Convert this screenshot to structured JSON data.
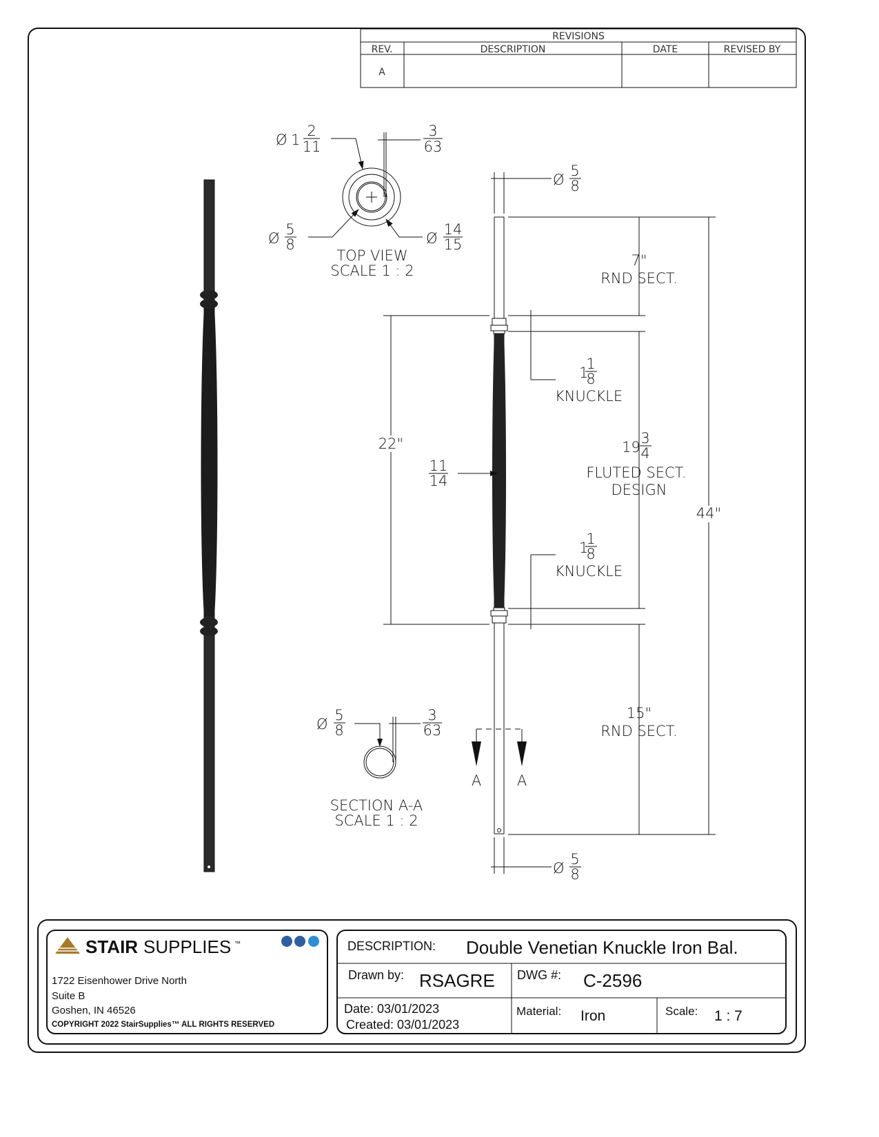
{
  "revisions": {
    "title": "REVISIONS",
    "headers": [
      "REV.",
      "DESCRIPTION",
      "DATE",
      "REVISED BY"
    ],
    "rows": [
      {
        "rev": "A",
        "description": "",
        "date": "",
        "revised_by": ""
      }
    ]
  },
  "top_view": {
    "label": "TOP VIEW",
    "scale": "SCALE 1 : 2",
    "dim_outer": {
      "sym": "Ø",
      "whole": "1",
      "num": "2",
      "den": "11"
    },
    "dim_wall": {
      "num": "3",
      "den": "63"
    },
    "dim_inner": {
      "sym": "Ø",
      "num": "5",
      "den": "8"
    },
    "dim_mid": {
      "sym": "Ø",
      "num": "14",
      "den": "15"
    }
  },
  "section": {
    "label": "SECTION A-A",
    "scale": "SCALE 1 : 2",
    "dim_dia": {
      "sym": "Ø",
      "num": "5",
      "den": "8"
    },
    "dim_wall": {
      "num": "3",
      "den": "63"
    },
    "cut_left": "A",
    "cut_right": "A"
  },
  "front_view": {
    "top_dia": {
      "sym": "Ø",
      "num": "5",
      "den": "8"
    },
    "bottom_dia": {
      "sym": "Ø",
      "num": "5",
      "den": "8"
    },
    "top_round": {
      "value": "7\"",
      "label": "RND SECT."
    },
    "knuckle_top": {
      "whole": "1",
      "num": "1",
      "den": "8",
      "label": "KNUCKLE"
    },
    "fluted": {
      "whole": "19",
      "num": "3",
      "den": "4",
      "label1": "FLUTED SECT.",
      "label2": "DESIGN"
    },
    "knuckle_bottom": {
      "whole": "1",
      "num": "1",
      "den": "8",
      "label": "KNUCKLE"
    },
    "bottom_round": {
      "value": "15\"",
      "label": "RND SECT."
    },
    "center_span": "22\"",
    "overall": "44\"",
    "fluted_width": {
      "num": "11",
      "den": "14"
    }
  },
  "title_block": {
    "brand_bold": "STAIR",
    "brand_light": "SUPPLIES",
    "brand_tm": "™",
    "social_icons": [
      "facebook-icon",
      "linkedin-icon",
      "twitter-icon"
    ],
    "address1": "1722 Eisenhower Drive North",
    "address2": "Suite B",
    "address3": "Goshen, IN 46526",
    "copyright": "COPYRIGHT 2022 StairSupplies™ ALL RIGHTS RESERVED",
    "description_label": "DESCRIPTION:",
    "description": "Double Venetian Knuckle Iron Bal.",
    "drawn_by_label": "Drawn by:",
    "drawn_by": "RSAGRE",
    "dwg_label": "DWG #:",
    "dwg": "C-2596",
    "date": "Date: 03/01/2023",
    "created": "Created: 03/01/2023",
    "material_label": "Material:",
    "material": "Iron",
    "scale_label": "Scale:",
    "scale": "1 : 7"
  },
  "colors": {
    "brand_gold": "#a67a2a",
    "brand_dark": "#2a2a2a",
    "social_blue": "#2f5f9e"
  }
}
